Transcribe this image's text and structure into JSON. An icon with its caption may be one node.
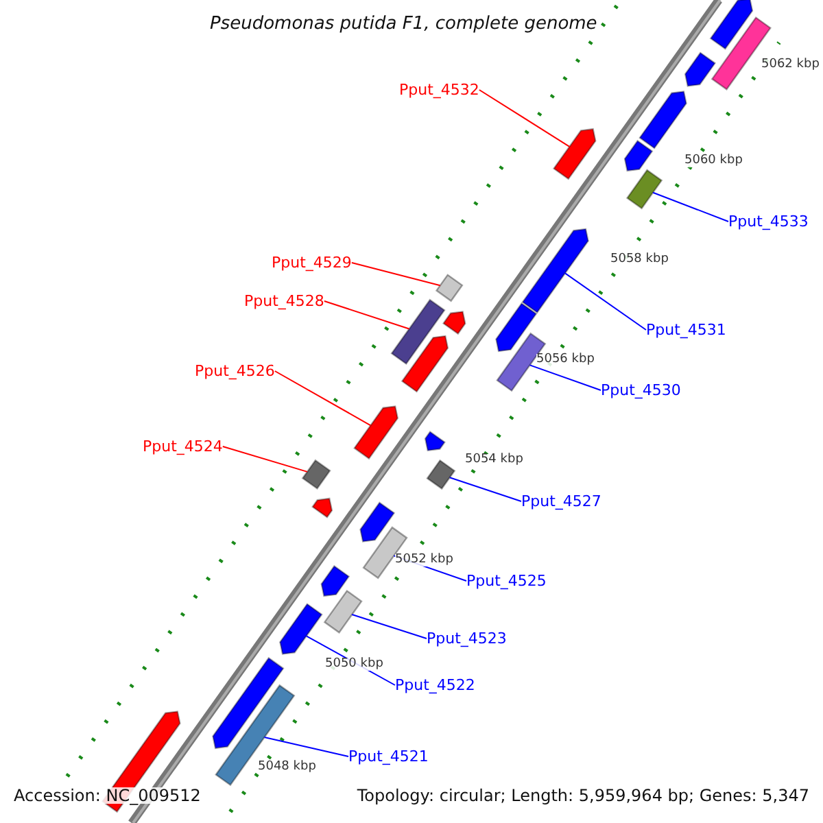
{
  "diagram": {
    "title": "Pseudomonas putida F1, complete genome",
    "nodes": [
      {
        "text": [
          "Pput_4532"
        ]
      },
      {
        "text": [],
        "shape": "arrow"
      },
      {
        "text": [
          "Pput_4533"
        ]
      },
      {
        "text": [],
        "shape": "box"
      },
      {
        "text": [
          "Pput_4531"
        ]
      },
      {
        "text": [],
        "shape": "arrow"
      },
      {
        "text": [
          "Pput_4529"
        ]
      },
      {
        "text": [],
        "shape": "box"
      },
      {
        "text": [
          "Pput_4528"
        ]
      },
      {
        "text": [],
        "shape": "box"
      },
      {
        "text": [
          "Pput_4530"
        ]
      },
      {
        "text": [],
        "shape": "box"
      },
      {
        "text": [
          "Pput_4526"
        ]
      },
      {
        "text": [],
        "shape": "arrow"
      },
      {
        "text": [
          "Pput_4524"
        ]
      },
      {
        "text": [],
        "shape": "box"
      },
      {
        "text": [
          "Pput_4527"
        ]
      },
      {
        "text": [],
        "shape": "box"
      },
      {
        "text": [
          "Pput_4525"
        ]
      },
      {
        "text": [],
        "shape": "box"
      },
      {
        "text": [
          "Pput_4523"
        ]
      },
      {
        "text": [],
        "shape": "box"
      },
      {
        "text": [
          "Pput_4522"
        ]
      },
      {
        "text": [],
        "shape": "arrow"
      },
      {
        "text": [
          "Pput_4521"
        ]
      },
      {
        "text": [],
        "shape": "box"
      },
      {
        "text": [],
        "shape": "arrow"
      },
      {
        "text": [],
        "shape": "box"
      },
      {
        "text": [],
        "shape": "arrow"
      },
      {
        "text": [],
        "shape": "arrow"
      },
      {
        "text": [],
        "shape": "arrow"
      },
      {
        "text": [],
        "shape": "arrow"
      },
      {
        "text": [],
        "shape": "arrow"
      },
      {
        "text": [],
        "shape": "arrow"
      },
      {
        "text": [],
        "shape": "arrow"
      },
      {
        "text": [],
        "shape": "arrow"
      },
      {
        "text": [],
        "shape": "arrow"
      },
      {
        "text": [],
        "shape": "arrow"
      },
      {
        "text": [],
        "shape": "arrow"
      },
      {
        "text": [],
        "shape": "arrow"
      }
    ],
    "edges": [
      {
        "from": 0,
        "to": 1,
        "arrow": "none",
        "color": "#ff0000"
      },
      {
        "from": 2,
        "to": 3,
        "arrow": "none",
        "color": "#0000ff"
      },
      {
        "from": 4,
        "to": 5,
        "arrow": "none",
        "color": "#0000ff"
      },
      {
        "from": 6,
        "to": 7,
        "arrow": "none",
        "color": "#ff0000"
      },
      {
        "from": 8,
        "to": 9,
        "arrow": "none",
        "color": "#ff0000"
      },
      {
        "from": 10,
        "to": 11,
        "arrow": "none",
        "color": "#0000ff"
      },
      {
        "from": 12,
        "to": 13,
        "arrow": "none",
        "color": "#ff0000"
      },
      {
        "from": 14,
        "to": 15,
        "arrow": "none",
        "color": "#ff0000"
      },
      {
        "from": 16,
        "to": 17,
        "arrow": "none",
        "color": "#0000ff"
      },
      {
        "from": 18,
        "to": 19,
        "arrow": "none",
        "color": "#0000ff"
      },
      {
        "from": 20,
        "to": 21,
        "arrow": "none",
        "color": "#0000ff"
      },
      {
        "from": 22,
        "to": 23,
        "arrow": "none",
        "color": "#0000ff"
      },
      {
        "from": 24,
        "to": 25,
        "arrow": "none",
        "color": "#0000ff"
      }
    ],
    "labels": [
      "5062 kbp",
      "5060 kbp",
      "5058 kbp",
      "5056 kbp",
      "5054 kbp",
      "5052 kbp",
      "5050 kbp",
      "5048 kbp",
      "Accession: NC_009512",
      "Topology: circular; Length: 5,959,964 bp; Genes: 5,347"
    ]
  }
}
